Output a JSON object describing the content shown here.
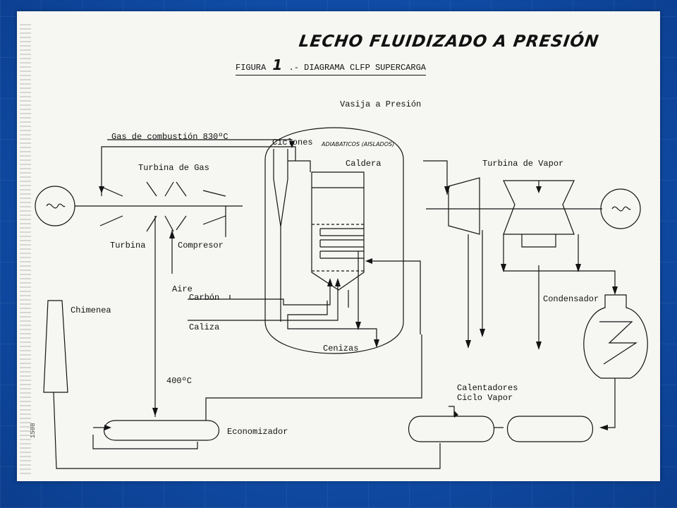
{
  "title": "LECHO FLUIDIZADO A PRESIÓN",
  "figure": {
    "prefix": "FIGURA",
    "number": "1",
    "caption": ".- DIAGRAMA CLFP SUPERCARGA"
  },
  "labels": {
    "vasija": "Vasija a Presión",
    "gas_combustion": "Gas de combustión 830ºC",
    "ciclones": "Ciclones",
    "ciclones_note": "ADIABATICOS (AISLADOS)",
    "caldera": "Caldera",
    "turbina_gas": "Turbina de Gas",
    "turbina_vapor": "Turbina de Vapor",
    "turbina": "Turbina",
    "compresor": "Compresor",
    "aire": "Aire",
    "carbon": "Carbón",
    "caliza": "Caliza",
    "cenizas": "Cenizas",
    "chimenea": "Chimenea",
    "temp_400": "400ºC",
    "economizador": "Economizador",
    "condensador": "Condensador",
    "calentadores": "Calentadores",
    "ciclo_vapor": "Ciclo Vapor",
    "stamp": "1508"
  },
  "colors": {
    "slide_background": "#1150ad",
    "paper": "#f6f6f3",
    "ink": "#141414"
  }
}
